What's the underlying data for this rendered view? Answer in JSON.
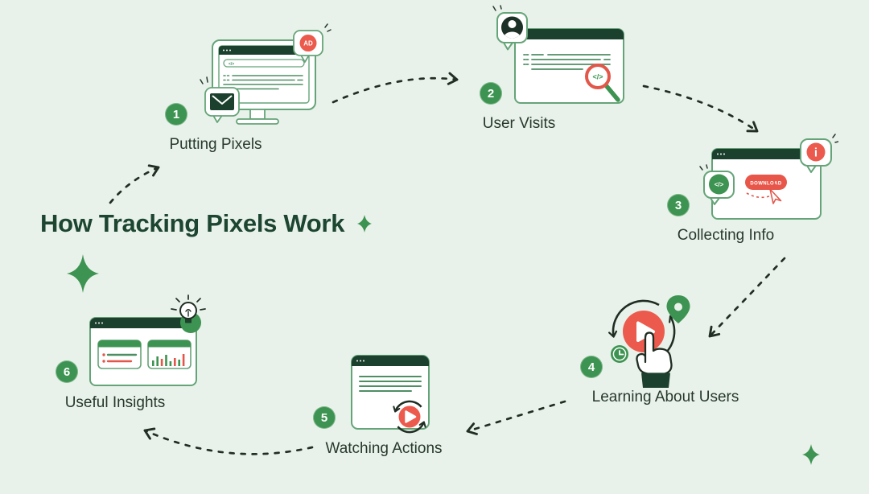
{
  "title": {
    "text": "How Tracking Pixels Work"
  },
  "steps": [
    {
      "number": "1",
      "label": "Putting Pixels",
      "icons": [
        "monitor-browser",
        "ad-speech-bubble",
        "email-speech-bubble"
      ]
    },
    {
      "number": "2",
      "label": "User Visits",
      "icons": [
        "browser-window",
        "user-avatar-bubble",
        "code-magnifier"
      ]
    },
    {
      "number": "3",
      "label": "Collecting Info",
      "icons": [
        "browser-window",
        "info-speech-bubble",
        "code-speech-bubble",
        "download-button",
        "cursor-pointer"
      ]
    },
    {
      "number": "4",
      "label": "Learning About Users",
      "icons": [
        "play-button",
        "location-pin",
        "clock",
        "sync-arrows",
        "pointing-hand"
      ]
    },
    {
      "number": "5",
      "label": "Watching Actions",
      "icons": [
        "browser-window",
        "replay-play-button"
      ]
    },
    {
      "number": "6",
      "label": "Useful Insights",
      "icons": [
        "browser-window",
        "list-card",
        "bar-chart-card",
        "lightbulb"
      ]
    }
  ],
  "badges": {
    "ad": "AD",
    "download": "DOWNLOAD",
    "code": "</>",
    "info": "i"
  },
  "decor": {
    "sparkles": [
      "title-sparkle",
      "left-large-sparkle",
      "bottom-right-sparkle"
    ]
  },
  "colors": {
    "background": "#e9f2ea",
    "dark_green": "#1c402e",
    "accent_green": "#3d9351",
    "outline_green": "#65a478",
    "line_green": "#4d8f63",
    "accent_red": "#eb5a4c",
    "arrow_dark": "#212e23",
    "title_text": "#1d4631",
    "label_text": "#26392c"
  }
}
